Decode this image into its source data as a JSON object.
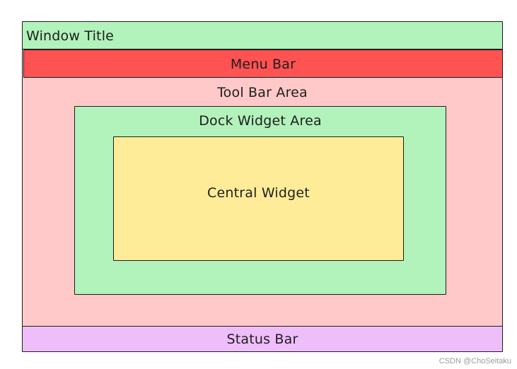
{
  "window_title": "Window Title",
  "menu_bar": "Menu Bar",
  "tool_bar_area": "Tool Bar Area",
  "dock_widget_area": "Dock Widget Area",
  "central_widget": "Central Widget",
  "status_bar": "Status Bar",
  "watermark": "CSDN @ChoSeitaku",
  "colors": {
    "window_title_fill": "#b2f2bb",
    "menu_bar_fill": "#ff5252",
    "tool_bar_area_fill": "#ffc9c9",
    "dock_widget_area_fill": "#b2f2bb",
    "central_widget_fill": "#ffec99",
    "status_bar_fill": "#eebefa",
    "stroke": "#1e1e1e"
  }
}
